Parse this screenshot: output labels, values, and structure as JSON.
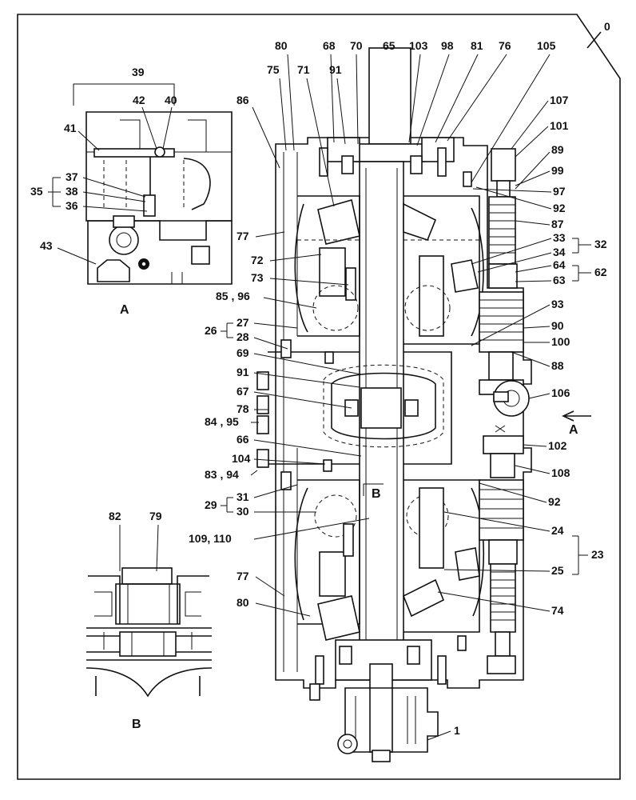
{
  "frame_label": "0",
  "view_a_label": "A",
  "view_b_label": "B",
  "section_marks": {
    "a": "A",
    "b": "B"
  },
  "labels": {
    "l39": "39",
    "l42": "42",
    "l40": "40",
    "l41": "41",
    "l35": "35",
    "l37": "37",
    "l38": "38",
    "l36": "36",
    "l43": "43",
    "l80a": "80",
    "l68": "68",
    "l70": "70",
    "l65": "65",
    "l103": "103",
    "l98": "98",
    "l81": "81",
    "l76": "76",
    "l105": "105",
    "l75": "75",
    "l71": "71",
    "l91a": "91",
    "l86": "86",
    "l107": "107",
    "l101": "101",
    "l89": "89",
    "l99": "99",
    "l97": "97",
    "l92a": "92",
    "l87": "87",
    "l33": "33",
    "l32": "32",
    "l34": "34",
    "l77a": "77",
    "l72": "72",
    "l64": "64",
    "l62": "62",
    "l63": "63",
    "l73": "73",
    "l85_96": "85 , 96",
    "l93": "93",
    "l27": "27",
    "l26": "26",
    "l28": "28",
    "l90": "90",
    "l100": "100",
    "l69": "69",
    "l88": "88",
    "l91b": "91",
    "l67": "67",
    "l106": "106",
    "l78": "78",
    "l84_95": "84 , 95",
    "l66": "66",
    "l102": "102",
    "l104": "104",
    "l108": "108",
    "l83_94": "83 , 94",
    "l31": "31",
    "l29": "29",
    "l30": "30",
    "l92b": "92",
    "l82": "82",
    "l79": "79",
    "l24": "24",
    "l109_110": "109, 110",
    "l23": "23",
    "l25": "25",
    "l77b": "77",
    "l80b": "80",
    "l74": "74",
    "l1": "1"
  }
}
